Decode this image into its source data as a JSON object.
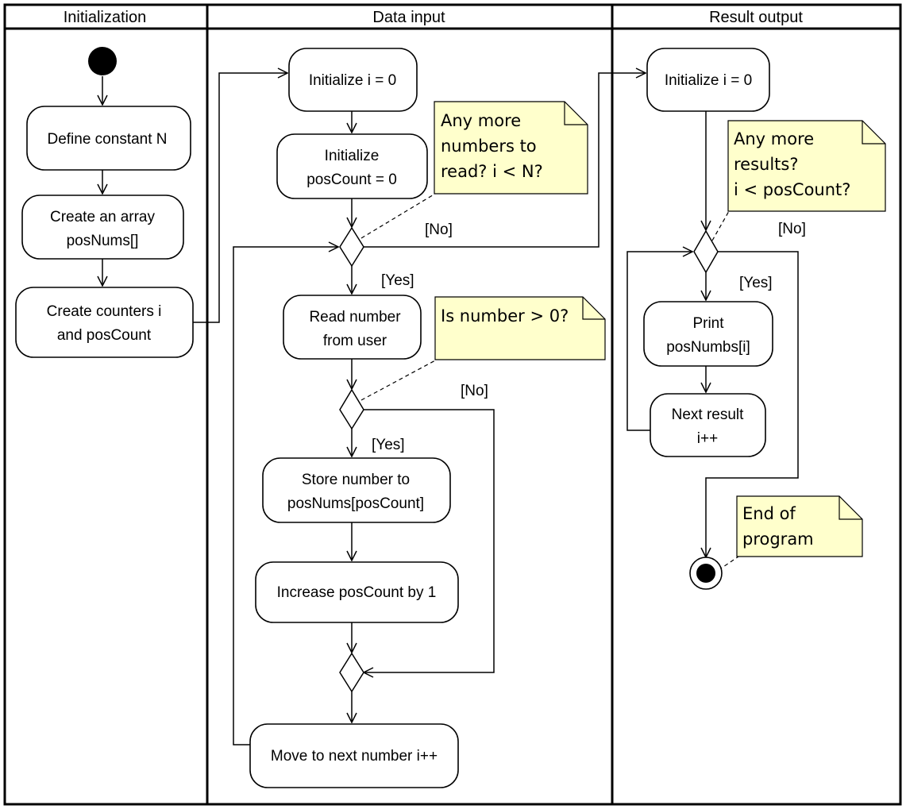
{
  "lanes": {
    "initialization": "Initialization",
    "data_input": "Data input",
    "result_output": "Result output"
  },
  "init": {
    "define_constant": "Define constant N",
    "create_array": [
      "Create an array",
      "posNums[]"
    ],
    "create_counters": [
      "Create counters i",
      "and posCount"
    ]
  },
  "input": {
    "init_i": "Initialize i = 0",
    "init_poscount": [
      "Initialize",
      "posCount = 0"
    ],
    "read_number": [
      "Read number",
      "from user"
    ],
    "store_number": [
      "Store number to",
      "posNums[posCount]"
    ],
    "increase": "Increase posCount by 1",
    "move_next": "Move to next number i++",
    "note_more": [
      "Any more",
      "numbers to",
      "read? i < N?"
    ],
    "note_positive": [
      "Is number > 0?"
    ],
    "guard_no_loop": "[No]",
    "guard_yes_loop": "[Yes]",
    "guard_no_pos": "[No]",
    "guard_yes_pos": "[Yes]"
  },
  "output": {
    "init_i": "Initialize i = 0",
    "print": [
      "Print",
      "posNumbs[i]"
    ],
    "next_result": [
      "Next result",
      "i++"
    ],
    "note_more": [
      "Any more",
      "results?",
      "i < posCount?"
    ],
    "note_end": [
      "End of",
      "program"
    ],
    "guard_no": "[No]",
    "guard_yes": "[Yes]"
  }
}
